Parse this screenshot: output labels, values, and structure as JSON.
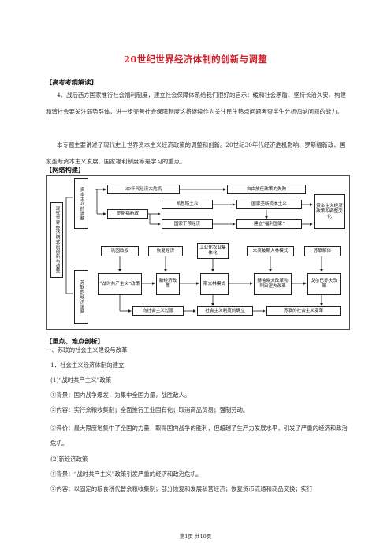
{
  "title": "20世纪世界经济体制的创新与调整",
  "sections": {
    "exam": "【高考考纲解读】",
    "network": "【网络构建】",
    "key": "【重点、难点剖析】"
  },
  "exam_paragraphs": [
    "4、战后西方国家推行社会福利制度，建立社会保障体系给我们很好的启示：缓和社会矛盾、坚持长治久安、构建和谐社会要关注弱势群体，进一步完善社会保障制度这将继续作为关注民生热点问题考查学生分析归纳问题的能力。",
    "本专题主要讲述了现代史上世界资本主义经济政策的调整和创新。20世纪30年代经济危机影响、罗斯福新政、国家垄断资本主义发展、国家福利制度等是学习的重点。"
  ],
  "diagram": {
    "left_label": "现代世界经济模式的创新与调整",
    "cap_label": "资本主义的调整",
    "soc_label": "苏联的经济道路",
    "crisis": "30年代经济大危机",
    "laissez": "自由放任政策的失败",
    "newdeal": "罗斯福新政",
    "keynes": "凯恩斯主义",
    "state_monopoly": "国家垄断资本主义",
    "state_intervention": "国家干预经济",
    "welfare": "建立“福利国家”",
    "change": "资本主义经济政策和调整变化",
    "defend": "巩固政权",
    "restore": "恢复经济",
    "industrial": "工业化农业集体化",
    "breakthrough": "未突破斯大林模式",
    "collapse": "苏联解体",
    "war_communism": "“战时共产主义”政策",
    "nep": "新经济政策",
    "stalin": "斯大林模式",
    "reform1": "赫鲁晓夫改革勃列日涅夫改革",
    "gorbachev": "戈尔巴乔夫改革",
    "transition": "向社会主义过渡",
    "establish": "社会主义制度的确立",
    "socialist_change": "苏联的社会主义变革"
  },
  "key_lines": [
    "一、苏联的社会主义建设与改革",
    "1．社会主义经济体制的建立",
    "(1)“战时共产主义”政策",
    "①背景：国内战争爆发，为集中全国力量，战胜敌人。",
    "②内容：实行余粮收集制；全面推行工业国有化；取消商品贸易；强制劳动。",
    "③评价：最大限度地集中了全国的力量，取得国内战争的胜利，但超越了生产力发展水平，引发了严重的经济和政治危机。",
    "(2)新经济政策",
    "①背景：“战时共产主义”政策引发严重的经济和政治危机。",
    "②内容：以固定的粮食税代替余粮收集制；部分恢复和发展私营经济；恢复货币流通和商品交换；实行"
  ],
  "footer": "第1页     共10页"
}
